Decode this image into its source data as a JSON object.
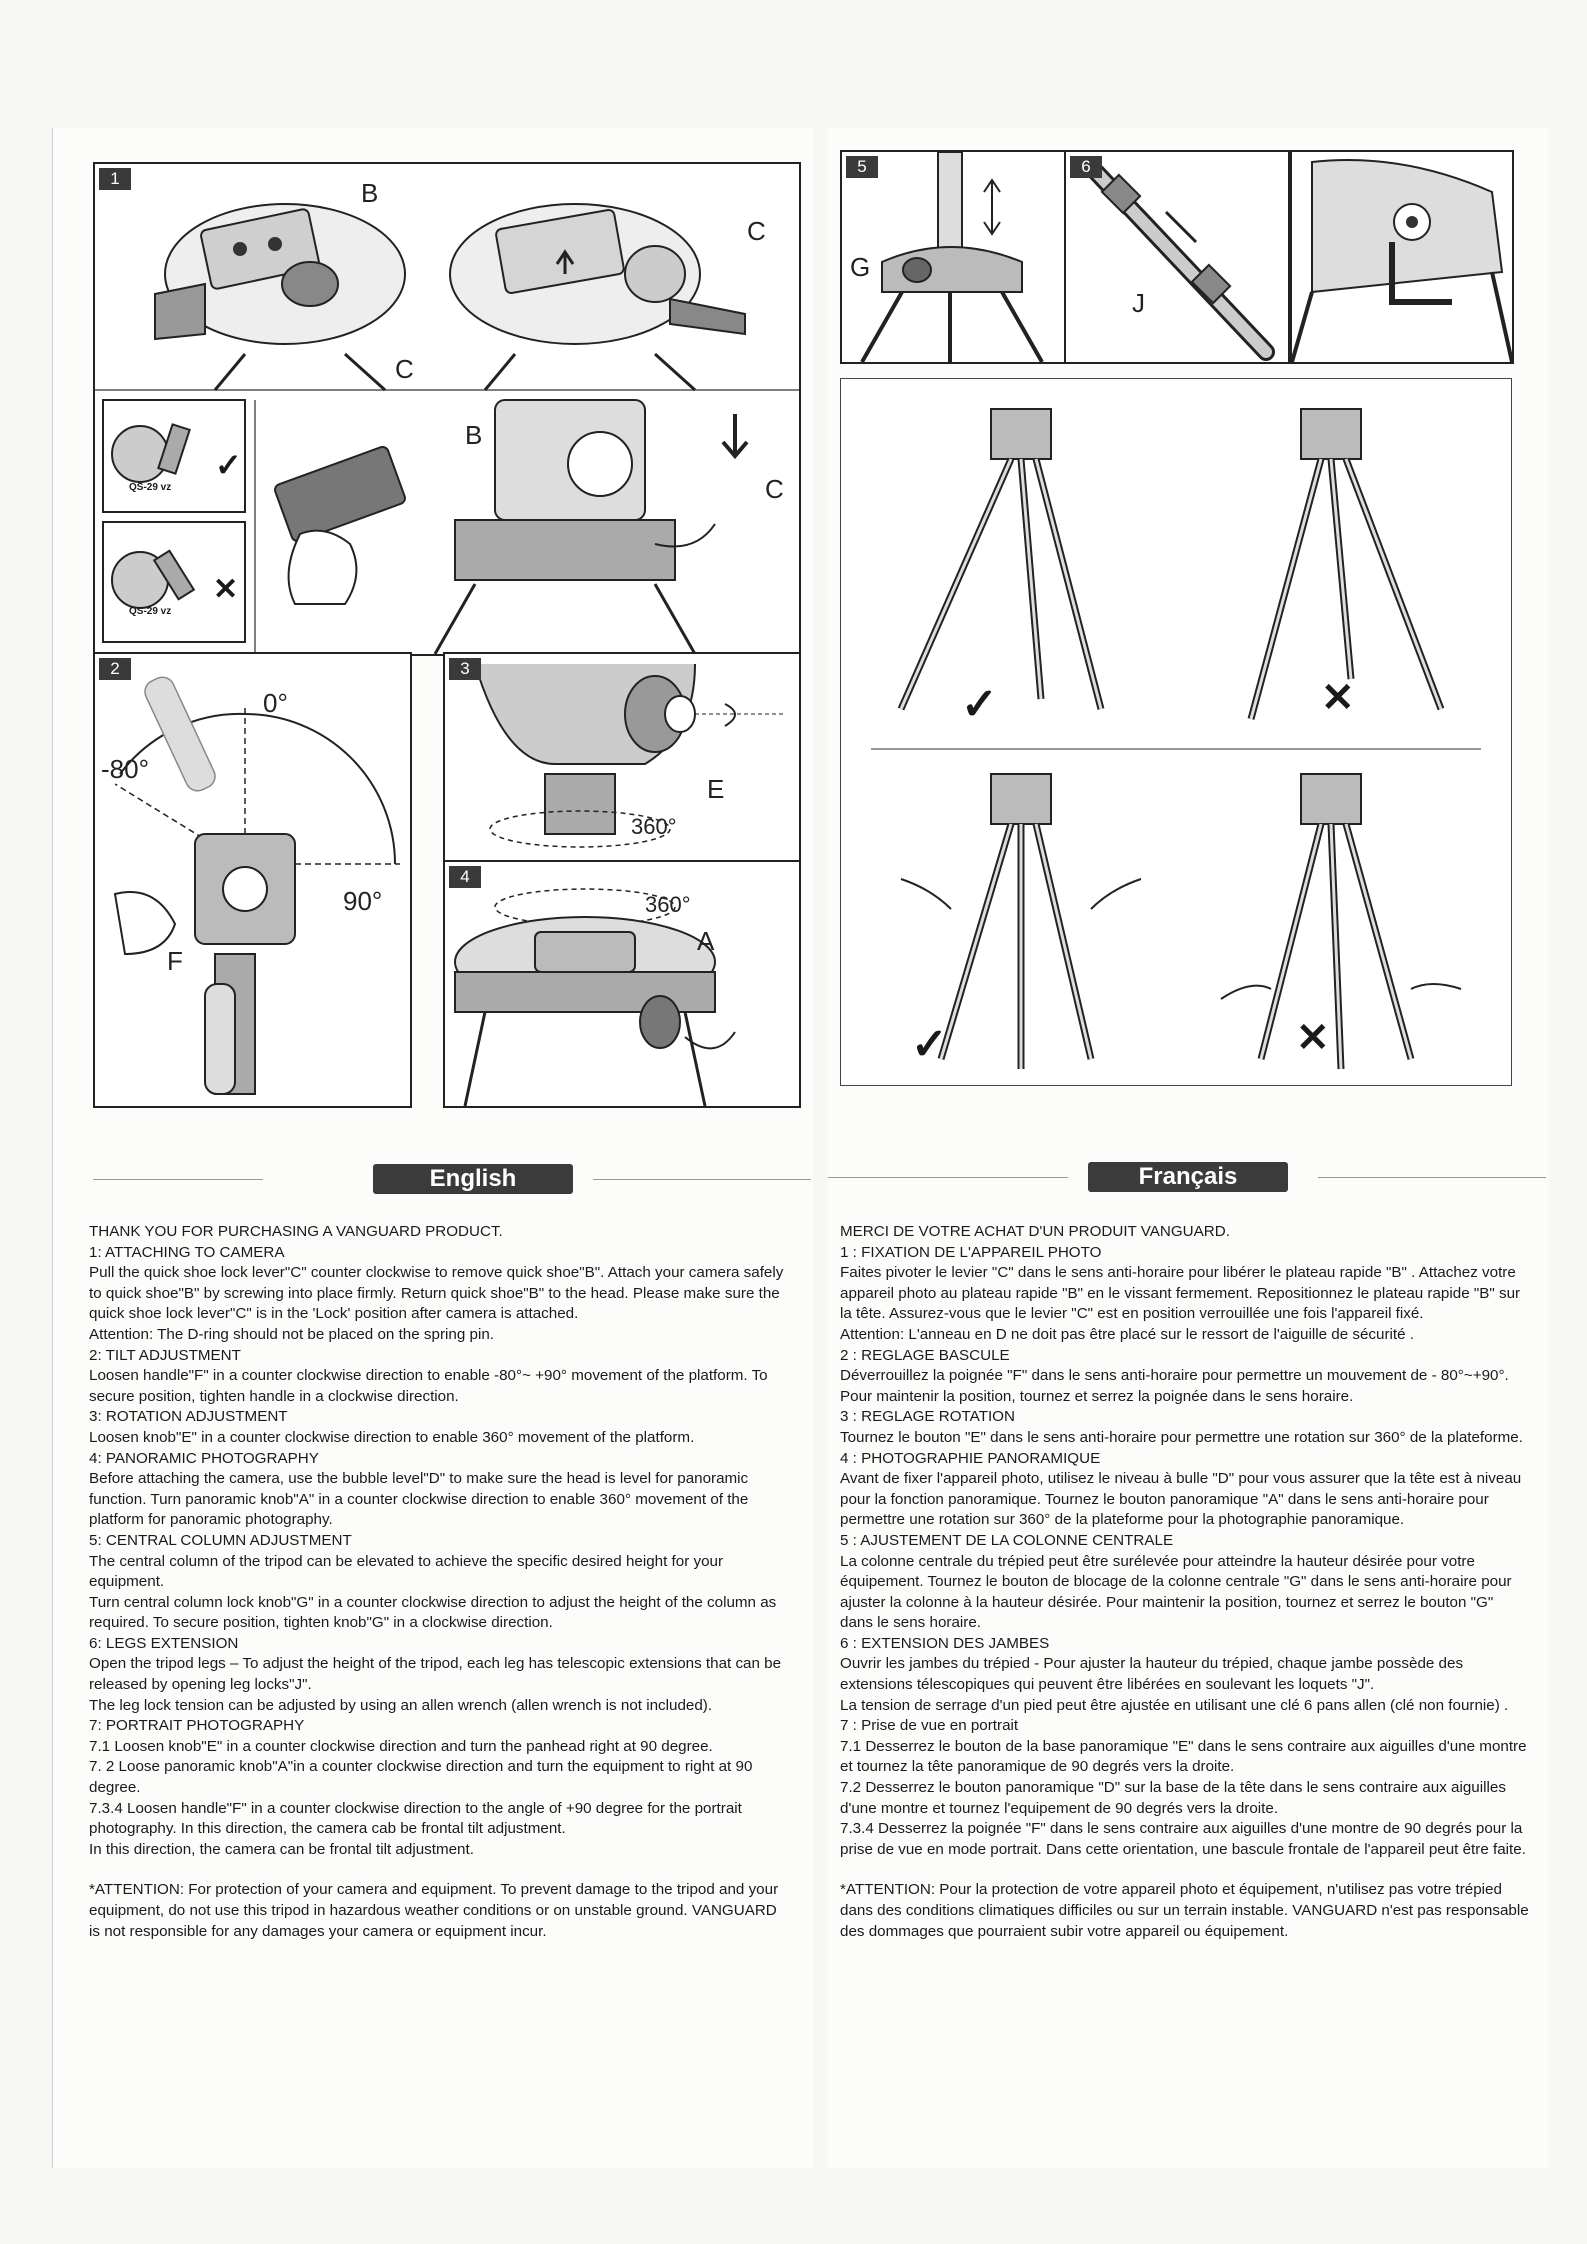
{
  "figures": {
    "fig1": {
      "number": "1",
      "labels": [
        "B",
        "C",
        "C",
        "B",
        "C"
      ],
      "inset_model": "QS-29 vz"
    },
    "fig2": {
      "number": "2",
      "labels": [
        "0°",
        "-80°",
        "90°",
        "F"
      ]
    },
    "fig3": {
      "number": "3",
      "labels": [
        "E",
        "360°"
      ]
    },
    "fig4": {
      "number": "4",
      "labels": [
        "360°",
        "A"
      ]
    },
    "fig5": {
      "number": "5",
      "labels": [
        "G"
      ]
    },
    "fig6": {
      "number": "6",
      "labels": [
        "J"
      ]
    }
  },
  "english": {
    "header": "English",
    "intro": "THANK YOU FOR PURCHASING A  VANGUARD PRODUCT.",
    "sections": [
      {
        "title": "1: ATTACHING TO CAMERA",
        "body": "Pull the quick shoe lock lever\"C\" counter clockwise to remove quick shoe\"B\". Attach your camera safely to quick shoe\"B\" by screwing into place firmly. Return quick shoe\"B\" to the head. Please make sure the quick shoe lock lever\"C\" is in the 'Lock' position after camera is attached.",
        "extra": "Attention: The D-ring should not be placed on the spring pin."
      },
      {
        "title": "2: TILT ADJUSTMENT",
        "body": "Loosen handle\"F\" in a counter clockwise direction to enable -80°~ +90° movement of the platform. To secure position, tighten handle in a clockwise direction."
      },
      {
        "title": "3: ROTATION ADJUSTMENT",
        "body": "Loosen knob\"E\" in a counter clockwise direction to enable 360° movement of the platform."
      },
      {
        "title": "4: PANORAMIC PHOTOGRAPHY",
        "body": "Before attaching the camera, use the bubble level\"D\" to make sure the head is level for panoramic function. Turn panoramic knob\"A\" in a counter clockwise direction to enable 360° movement of the platform for panoramic photography."
      },
      {
        "title": "5: CENTRAL COLUMN ADJUSTMENT",
        "body": "The central column of the tripod can be elevated to achieve the specific desired height for your equipment.",
        "extra": "Turn central column lock knob\"G\" in a counter clockwise direction to adjust the height of the column as required. To secure position, tighten knob\"G\" in a clockwise direction."
      },
      {
        "title": "6: LEGS EXTENSION",
        "body": "Open the tripod legs – To adjust the height of the tripod, each leg has telescopic extensions that can be released by opening leg locks\"J\".",
        "extra": "The leg lock tension can be adjusted by using an allen wrench (allen wrench is not included)."
      },
      {
        "title": "7: PORTRAIT PHOTOGRAPHY",
        "body": "7.1 Loosen knob\"E\" in a counter clockwise direction and turn the panhead right at 90 degree.",
        "extra": "7. 2 Loose panoramic knob\"A\"in a counter clockwise direction and turn the equipment to right at 90 degree.",
        "extra2": "7.3.4 Loosen handle\"F\" in a counter clockwise direction to the angle of +90 degree for the portrait photography. In this direction, the camera cab be frontal tilt adjustment.",
        "extra3": "In this direction, the camera can be frontal tilt adjustment."
      }
    ],
    "attention": "*ATTENTION: For protection of your camera and equipment. To prevent damage to the tripod and your equipment, do not use this tripod in hazardous weather conditions or on unstable ground. VANGUARD is not responsible for any damages your camera or equipment incur."
  },
  "francais": {
    "header": "Français",
    "intro": "MERCI DE VOTRE ACHAT D'UN PRODUIT VANGUARD.",
    "sections": [
      {
        "title": "1 : FIXATION DE L'APPAREIL PHOTO",
        "body": "Faites pivoter le levier \"C\" dans le sens anti-horaire pour libérer le plateau rapide \"B\" . Attachez votre appareil photo au plateau rapide \"B\" en le vissant fermement. Repositionnez le plateau rapide \"B\" sur la tête. Assurez-vous que le levier \"C\" est en position verrouillée une fois l'appareil fixé.",
        "extra": "Attention: L'anneau en D ne doit pas être placé sur le ressort de l'aiguille de sécurité ."
      },
      {
        "title": "2 : REGLAGE BASCULE",
        "body": "Déverrouillez la poignée \"F\" dans le sens anti-horaire pour permettre un mouvement de - 80°~+90°. Pour maintenir la position, tournez et serrez la poignée dans le sens horaire."
      },
      {
        "title": "3 : REGLAGE ROTATION",
        "body": "Tournez le bouton \"E\" dans le sens anti-horaire pour permettre une rotation sur 360° de la plateforme."
      },
      {
        "title": "4 : PHOTOGRAPHIE PANORAMIQUE",
        "body": "Avant de fixer l'appareil photo, utilisez le niveau à bulle \"D\" pour vous assurer que la tête est à niveau pour la fonction panoramique. Tournez le bouton panoramique \"A\" dans le sens anti-horaire pour permettre une rotation sur 360° de la plateforme pour la photographie panoramique."
      },
      {
        "title": "5 : AJUSTEMENT DE LA COLONNE CENTRALE",
        "body": "La colonne centrale du trépied peut être surélevée pour atteindre la hauteur désirée pour votre équipement. Tournez le bouton de blocage de la colonne centrale \"G\" dans le sens anti-horaire pour ajuster la colonne à la hauteur désirée. Pour maintenir la position, tournez et serrez le bouton \"G\" dans le sens horaire."
      },
      {
        "title": "6 : EXTENSION DES JAMBES",
        "body": "Ouvrir les jambes du trépied - Pour ajuster la hauteur du trépied, chaque jambe possède des extensions télescopiques qui peuvent être libérées en soulevant les loquets \"J\".",
        "extra": "La tension de serrage d'un pied peut être ajustée en utilisant une clé 6 pans allen (clé non fournie) ."
      },
      {
        "title": "7 : Prise de vue en portrait",
        "body": "7.1 Desserrez le bouton de la base panoramique \"E\" dans le sens contraire aux aiguilles d'une montre et tournez la tête panoramique de 90 degrés vers la droite.",
        "extra": "7.2 Desserrez le bouton panoramique \"D\" sur la base de la tête dans le sens contraire aux aiguilles d'une montre et tournez l'equipement de 90 degrés vers la droite.",
        "extra2": "7.3.4 Desserrez la poignée \"F\" dans le sens contraire aux aiguilles d'une montre de 90 degrés pour la prise de vue en mode portrait. Dans cette orientation, une bascule frontale de l'appareil peut être faite."
      }
    ],
    "attention": "*ATTENTION: Pour la protection de votre appareil photo et équipement, n'utilisez pas votre trépied dans des conditions climatiques difficiles ou sur un terrain instable. VANGUARD n'est pas responsable des dommages que pourraient subir votre appareil ou équipement."
  },
  "marks": {
    "check": "✓",
    "cross": "✕"
  }
}
